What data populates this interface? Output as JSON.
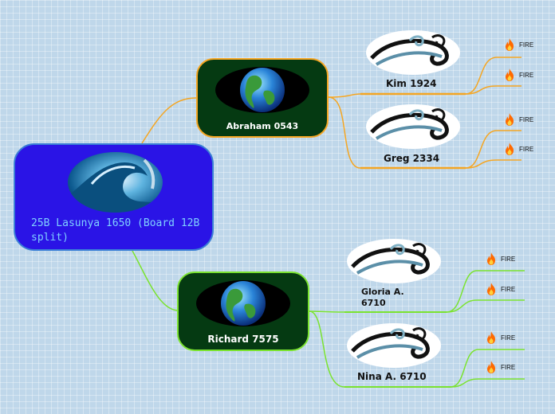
{
  "root": {
    "label": "25B Lasunya 1650 (Board 12B split)",
    "image": "ocean-wave-image"
  },
  "branches": [
    {
      "label": "Abraham 0543",
      "color": "#f5a623",
      "image": "earth-globe-image",
      "children": [
        {
          "label": "Kim 1924",
          "image": "wave-swirl-image",
          "leaves": [
            "FIRE",
            "FIRE"
          ]
        },
        {
          "label": "Greg 2334",
          "image": "wave-swirl-image",
          "leaves": [
            "FIRE",
            "FIRE"
          ]
        }
      ]
    },
    {
      "label": "Richard 7575",
      "color": "#7be330",
      "image": "earth-globe-image",
      "children": [
        {
          "label": "Gloria A. 6710",
          "image": "wave-swirl-image",
          "leaves": [
            "FIRE",
            "FIRE"
          ]
        },
        {
          "label": "Nina A. 6710",
          "image": "wave-swirl-image",
          "leaves": [
            "FIRE",
            "FIRE"
          ]
        }
      ]
    }
  ],
  "colors": {
    "root_fill": "#2a14e6",
    "root_text": "#7fd0ff",
    "main_fill": "#053a12"
  },
  "leaf_icon": "fire-icon"
}
